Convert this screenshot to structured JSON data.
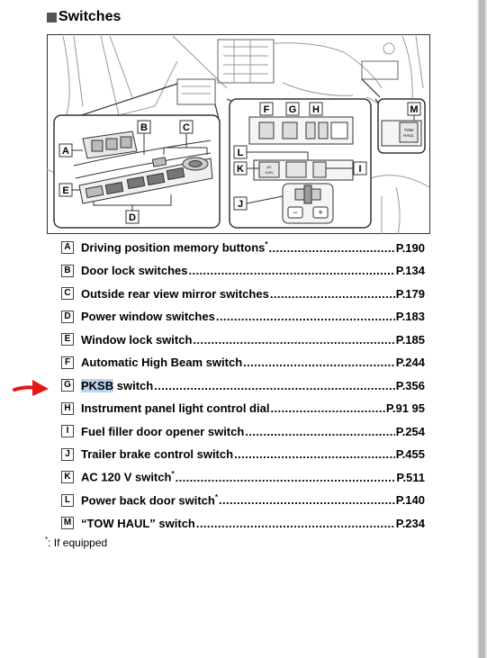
{
  "section": {
    "title": "Switches"
  },
  "diagram": {
    "callouts": [
      "A",
      "B",
      "C",
      "D",
      "E",
      "F",
      "G",
      "H",
      "I",
      "J",
      "K",
      "L",
      "M"
    ],
    "switch_texts": {
      "ac_label": "AC\n120V",
      "tow_label": "TOW\nHAUL",
      "minus": "−",
      "plus": "+"
    }
  },
  "entries": [
    {
      "key": "A",
      "label": "Driving position memory buttons",
      "footnote_mark": "*",
      "page": "P.190"
    },
    {
      "key": "B",
      "label": "Door lock switches",
      "footnote_mark": "",
      "page": "P.134"
    },
    {
      "key": "C",
      "label": "Outside rear view mirror switches",
      "footnote_mark": "",
      "page": "P.179"
    },
    {
      "key": "D",
      "label": "Power window switches",
      "footnote_mark": "",
      "page": "P.183"
    },
    {
      "key": "E",
      "label": "Window lock switch",
      "footnote_mark": "",
      "page": "P.185"
    },
    {
      "key": "F",
      "label": "Automatic High Beam switch",
      "footnote_mark": "",
      "page": "P.244"
    },
    {
      "key": "G",
      "label_highlight": "PKSB",
      "label_rest": " switch",
      "footnote_mark": "",
      "page": "P.356"
    },
    {
      "key": "H",
      "label": "Instrument panel light control dial",
      "footnote_mark": "",
      "page": "P.91 95"
    },
    {
      "key": "I",
      "label": "Fuel filler door opener switch",
      "footnote_mark": "",
      "page": "P.254"
    },
    {
      "key": "J",
      "label": "Trailer brake control switch",
      "footnote_mark": "",
      "page": "P.455"
    },
    {
      "key": "K",
      "label": "AC 120 V switch",
      "footnote_mark": "*",
      "page": "P.511"
    },
    {
      "key": "L",
      "label": "Power back door switch",
      "footnote_mark": "*",
      "page": "P.140"
    },
    {
      "key": "M",
      "label": "“TOW HAUL” switch",
      "footnote_mark": "",
      "page": "P.234"
    }
  ],
  "footnote": {
    "mark": "*",
    "text": ": If equipped"
  },
  "colors": {
    "arrow": "#e8141a",
    "highlight": "#b9d3f0",
    "page_bg": "#ffffff",
    "viewer_bg": "#525659"
  }
}
